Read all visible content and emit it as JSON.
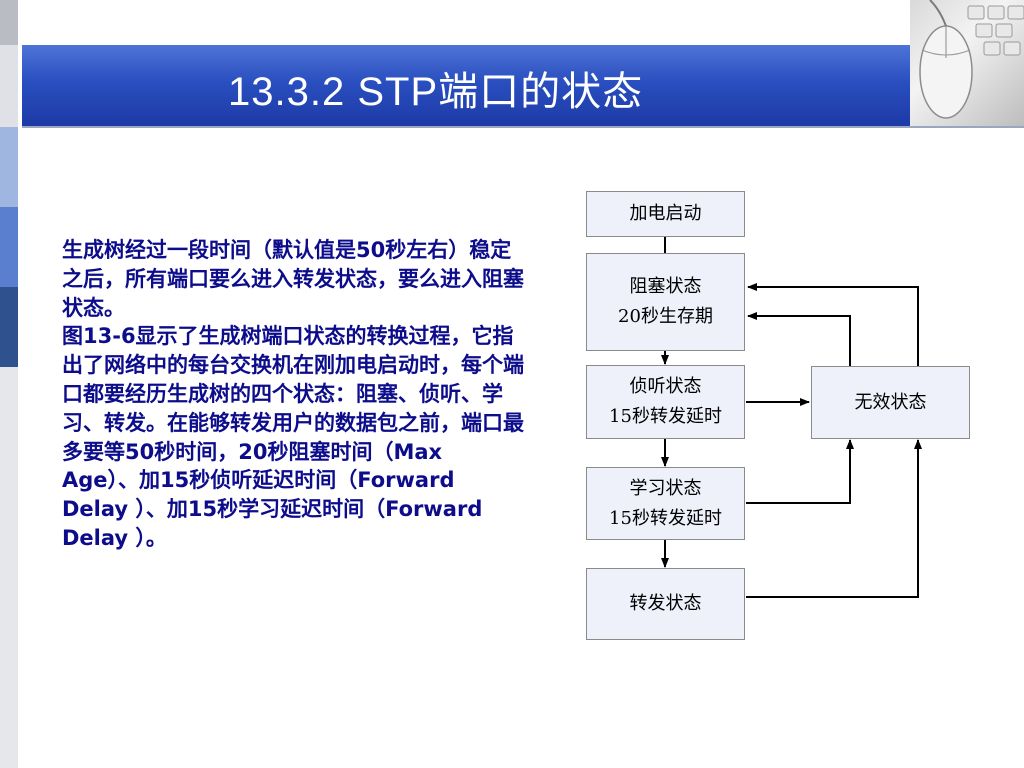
{
  "slide": {
    "title": "13.3.2  STP端口的状态"
  },
  "body": {
    "paragraphs": [
      "生成树经过一段时间（默认值是50秒左右）稳定之后，所有端口要么进入转发状态，要么进入阻塞状态。",
      "图13-6显示了生成树端口状态的转换过程，它指出了网络中的每台交换机在刚加电启动时，每个端口都要经历生成树的四个状态：阻塞、侦听、学习、转发。在能够转发用户的数据包之前，端口最多要等50秒时间，20秒阻塞时间（Max Age）、加15秒侦听延迟时间（Forward Delay ）、加15秒学习延迟时间（Forward Delay ）。"
    ]
  },
  "diagram": {
    "power_on": "加电启动",
    "blocking": {
      "line1": "阻塞状态",
      "line2": "20秒生存期"
    },
    "listening": {
      "line1": "侦听状态",
      "line2": "15秒转发延时"
    },
    "learning": {
      "line1": "学习状态",
      "line2": "15秒转发延时"
    },
    "forwarding": "转发状态",
    "disabled": "无效状态"
  },
  "colors": {
    "title_bar": "#2a4fc0",
    "body_text": "#0d0d8c",
    "box_fill": "#eef0fa"
  }
}
